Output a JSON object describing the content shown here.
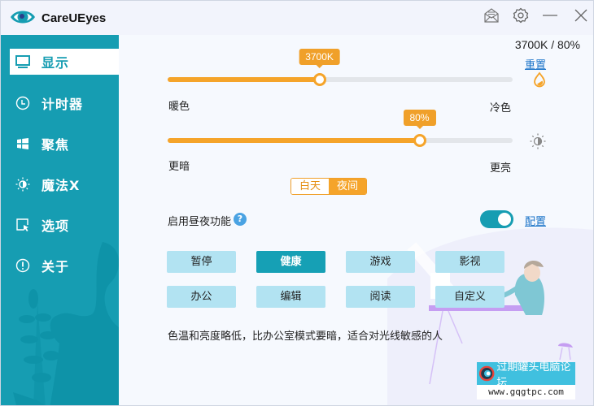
{
  "window": {
    "title": "CareUEyes",
    "controls": {
      "mail": "mail-icon",
      "settings": "gear-icon",
      "minimize": "minimize-icon",
      "close": "close-icon"
    }
  },
  "sidebar": {
    "items": [
      {
        "label": "显示",
        "icon": "monitor-icon",
        "active": true
      },
      {
        "label": "计时器",
        "icon": "clock-icon",
        "active": false
      },
      {
        "label": "聚焦",
        "icon": "windows-icon",
        "active": false
      },
      {
        "label": "魔法X",
        "icon": "sun-magic-icon",
        "active": false
      },
      {
        "label": "选项",
        "icon": "cursor-select-icon",
        "active": false
      },
      {
        "label": "关于",
        "icon": "info-icon",
        "active": false
      }
    ]
  },
  "display": {
    "status": "3700K / 80%",
    "reset_label": "重置",
    "temperature": {
      "value_label": "3700K",
      "percent": 44,
      "min_label": "暖色",
      "max_label": "冷色"
    },
    "brightness": {
      "value_label": "80%",
      "percent": 73,
      "min_label": "更暗",
      "max_label": "更亮"
    },
    "day_night": {
      "day_label": "白天",
      "night_label": "夜间",
      "selected": "夜间"
    },
    "enable_day_night_label": "启用昼夜功能",
    "help_glyph": "?",
    "toggle_on": true,
    "config_label": "配置",
    "modes": [
      {
        "label": "暂停",
        "active": false
      },
      {
        "label": "健康",
        "active": true
      },
      {
        "label": "游戏",
        "active": false
      },
      {
        "label": "影视",
        "active": false
      },
      {
        "label": "办公",
        "active": false
      },
      {
        "label": "编辑",
        "active": false
      },
      {
        "label": "阅读",
        "active": false
      },
      {
        "label": "自定义",
        "active": false
      }
    ],
    "description": "色温和亮度略低，比办公室模式要暗，适合对光线敏感的人"
  },
  "watermark": {
    "title": "过期罐头电脑论坛",
    "url": "www.gqgtpc.com"
  },
  "colors": {
    "accent": "#169db2",
    "slider": "#f5a42a",
    "mode_button": "#b2e3f2",
    "link": "#1a73c8"
  }
}
